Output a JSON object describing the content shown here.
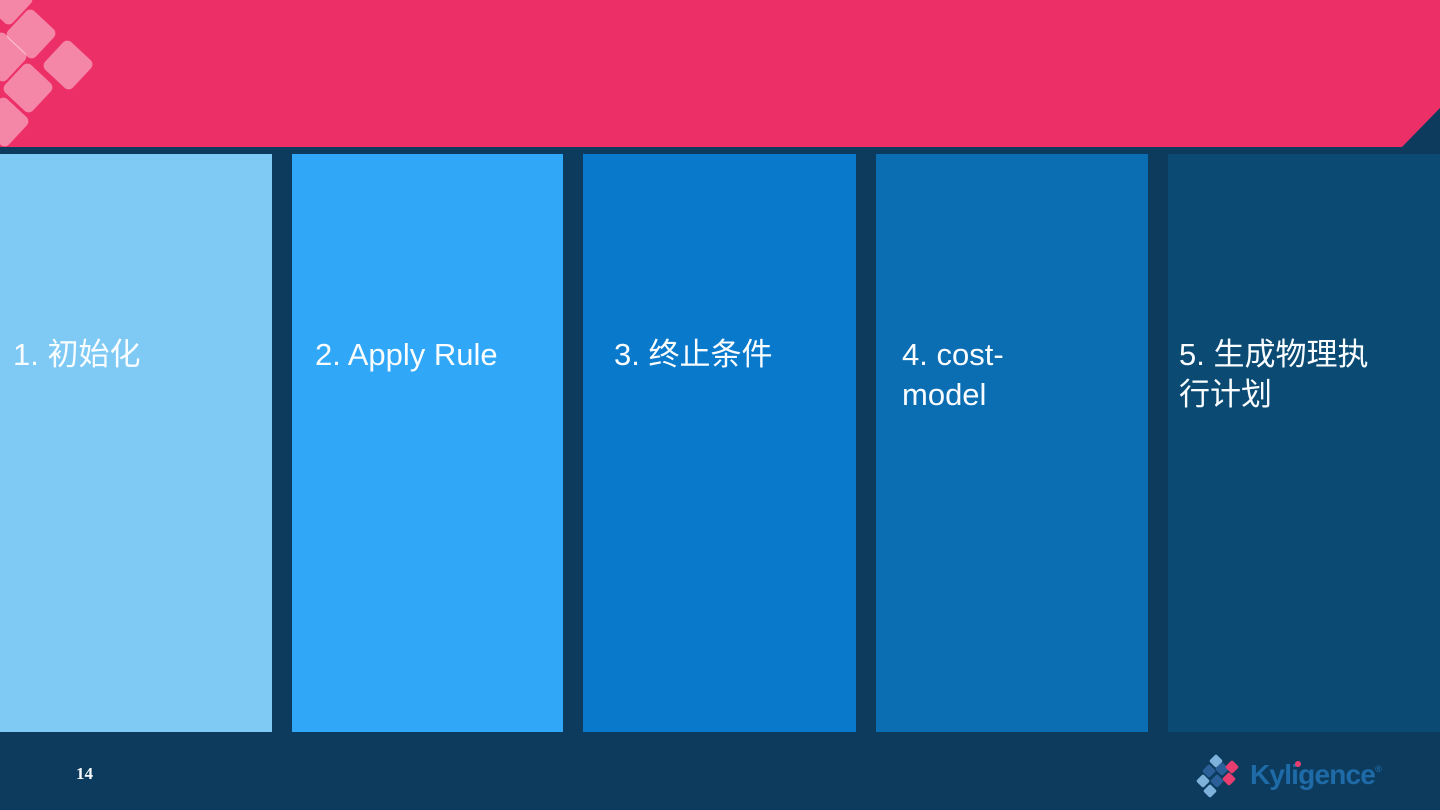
{
  "theme": {
    "accent_pink": "#ED2F68",
    "background_navy": "#0D3B5E",
    "text_white": "#FAFDFF"
  },
  "steps": [
    {
      "label": "1. 初始化",
      "color": "#7FC9F5"
    },
    {
      "label": "2. Apply Rule",
      "color": "#31A7F7"
    },
    {
      "label": "3. 终止条件",
      "color": "#0979CB"
    },
    {
      "label": "4. cost-\nmodel",
      "color": "#0B6DB2"
    },
    {
      "label": "5. 生成物理执\n行计划",
      "color": "#0B4A73"
    }
  ],
  "footer": {
    "page_number": "14",
    "logo": {
      "brand": "Kyligence",
      "registered_mark": "®",
      "wordmark_color": "#1E6BA8",
      "mark_light_blue": "#7EB2DB",
      "mark_dark_blue": "#2A5F97",
      "mark_pink": "#E73E6F"
    }
  }
}
